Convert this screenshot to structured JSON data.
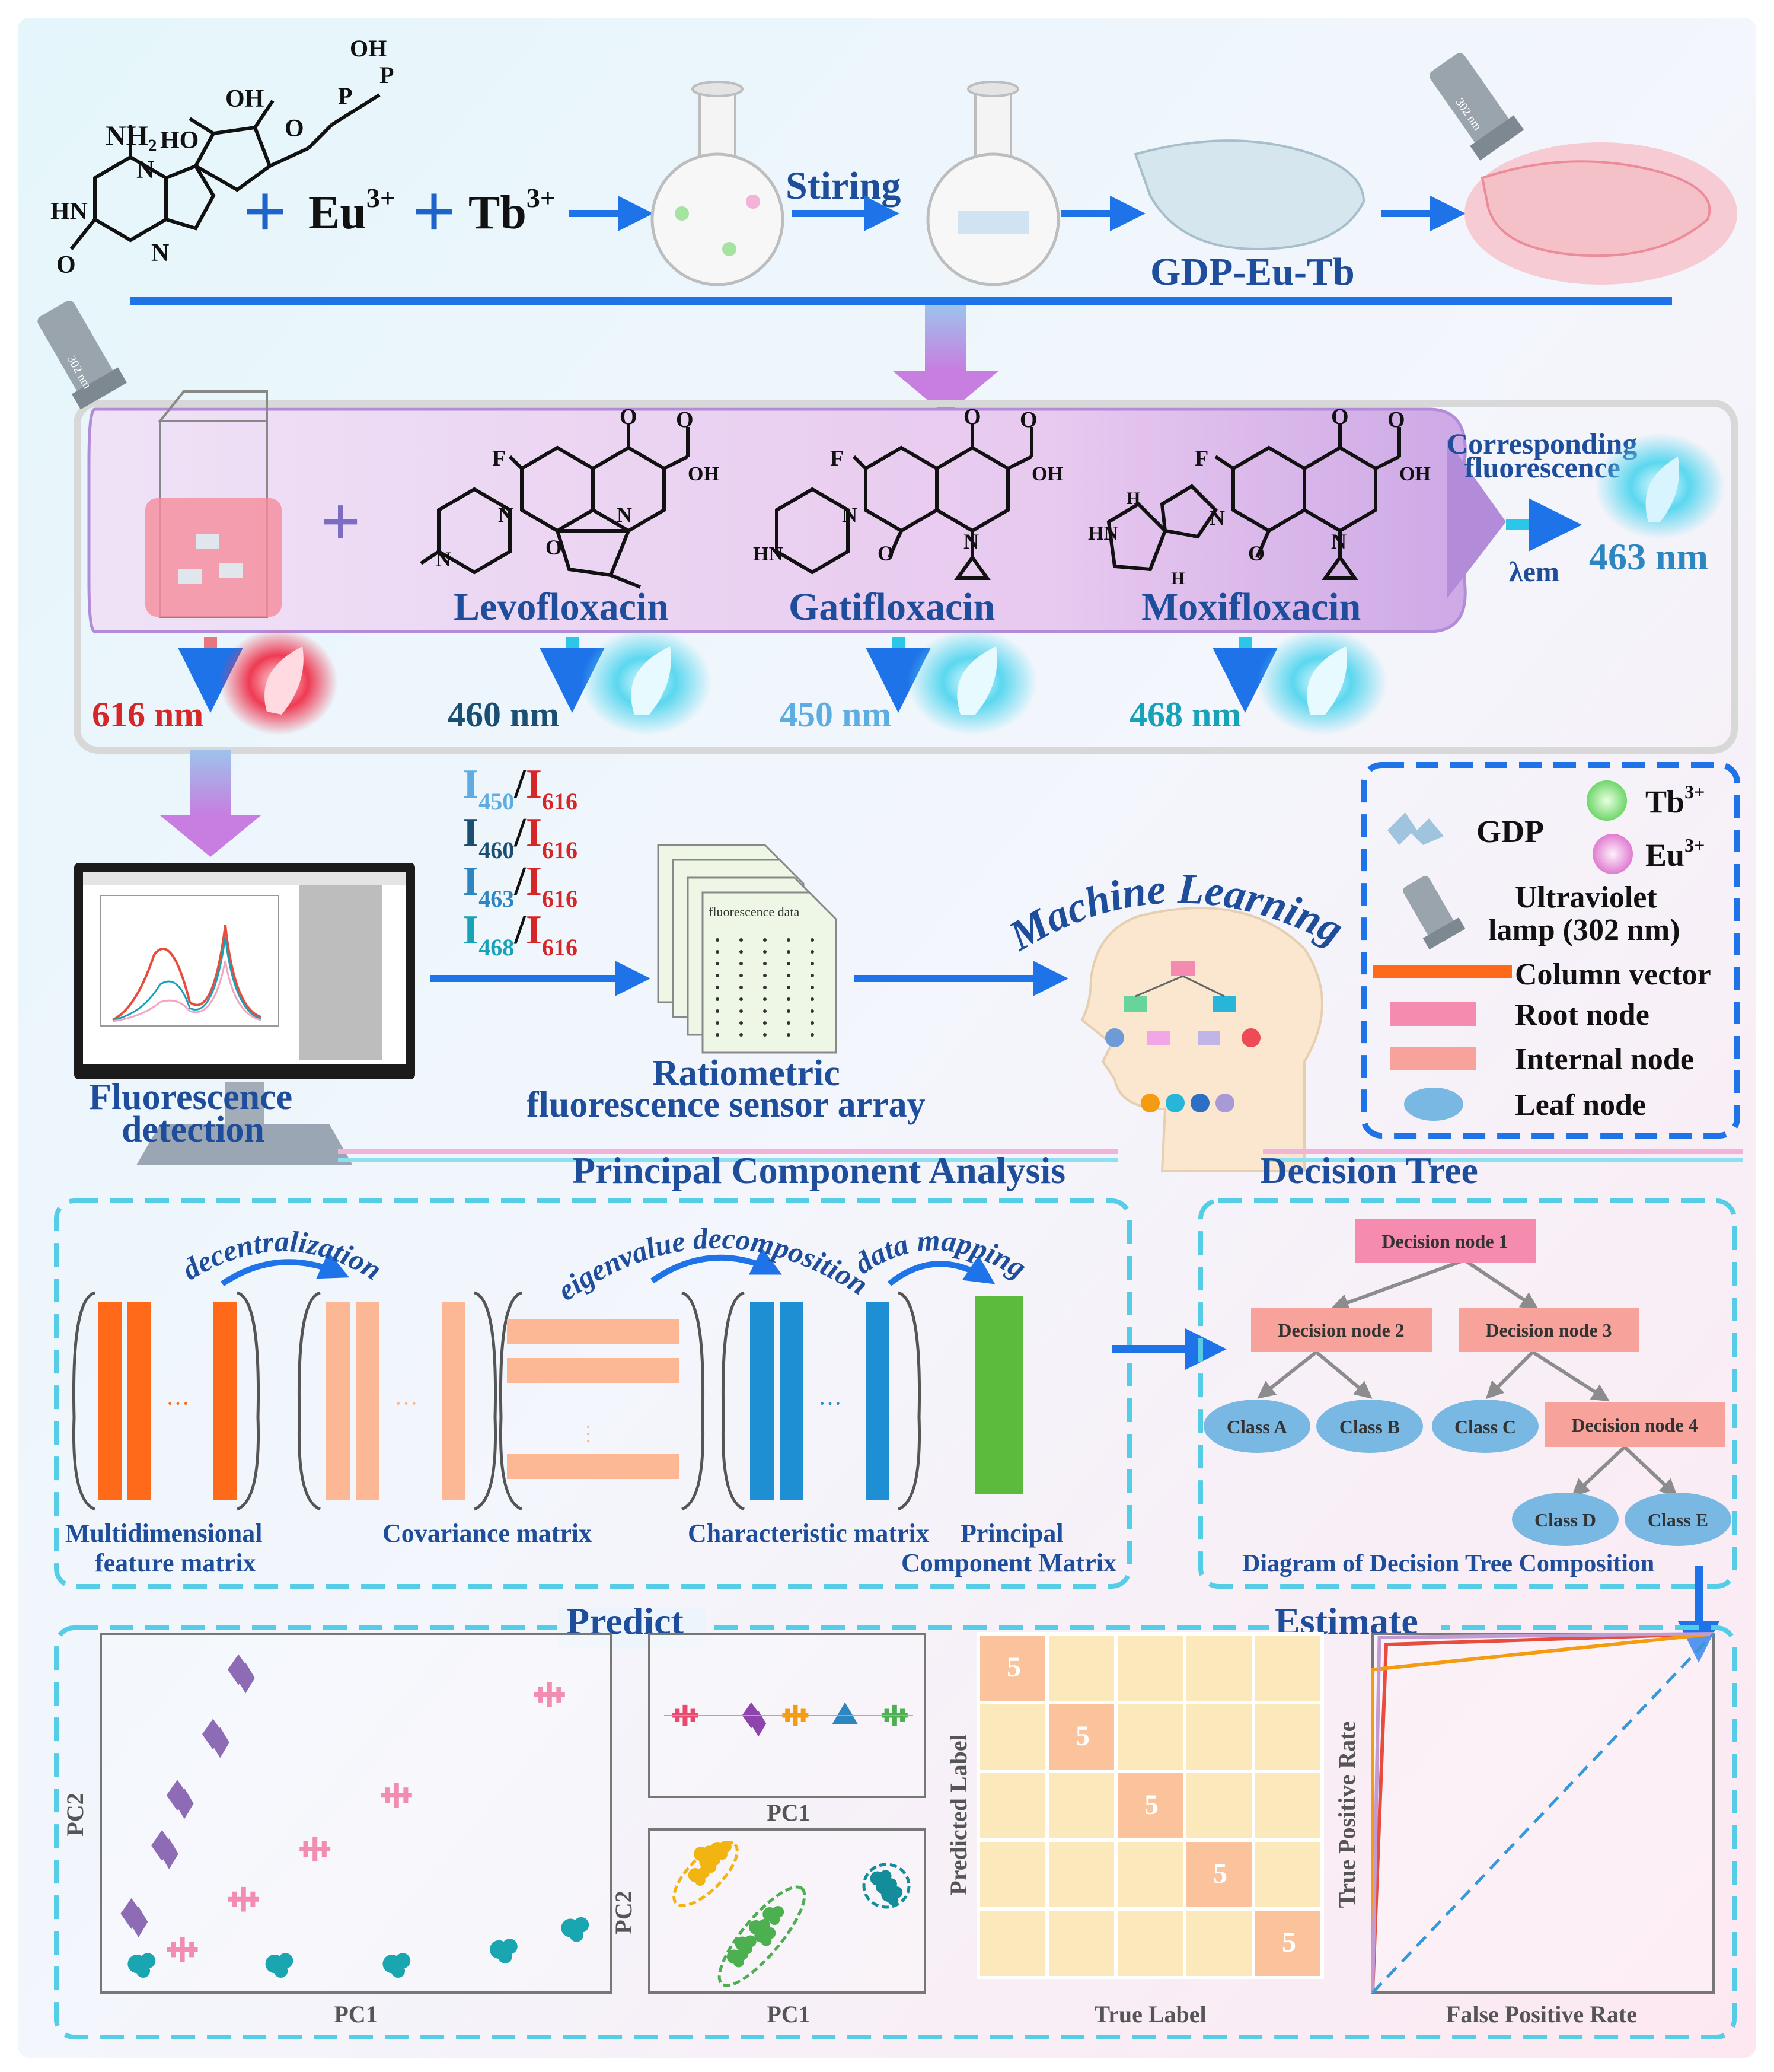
{
  "synthesis": {
    "plus_sign": "+",
    "eu_ion": "Eu",
    "tb_ion": "Tb",
    "charge": "3+",
    "stirring_label": "Stiring",
    "product_label": "GDP-Eu-Tb",
    "lamp_text": "302 nm"
  },
  "detection": {
    "plus_sign": "+",
    "antibiotics": [
      {
        "name": "Levofloxacin",
        "emission": "460 nm",
        "color": "#1b4f72"
      },
      {
        "name": "Gatifloxacin",
        "emission": "450 nm",
        "color": "#5dade2"
      },
      {
        "name": "Moxifloxacin",
        "emission": "468 nm",
        "color": "#17a2b8"
      }
    ],
    "probe_emission": "616 nm",
    "probe_color": "#d62728",
    "corresponding_line1": "Corresponding",
    "corresponding_line2": "fluorescence",
    "lambda_em": "λem",
    "corresponding_emission": "463 nm",
    "atom_labels": [
      "F",
      "O",
      "O",
      "OH",
      "N",
      "N"
    ]
  },
  "ratios": [
    {
      "num": "I",
      "num_sub": "450",
      "sep": "/",
      "den": "I",
      "den_sub": "616",
      "num_color": "#5dade2"
    },
    {
      "num": "I",
      "num_sub": "460",
      "sep": "/",
      "den": "I",
      "den_sub": "616",
      "num_color": "#1b4f72"
    },
    {
      "num": "I",
      "num_sub": "463",
      "sep": "/",
      "den": "I",
      "den_sub": "616",
      "num_color": "#2e86c1"
    },
    {
      "num": "I",
      "num_sub": "468",
      "sep": "/",
      "den": "I",
      "den_sub": "616",
      "num_color": "#17a2b8"
    }
  ],
  "sensor_array": {
    "sheet_label": "fluorescence data",
    "title_line1": "Ratiometric",
    "title_line2": "fluorescence sensor array"
  },
  "machine_learning_label": "Machine Learning",
  "fluorescence_detection": {
    "line1": "Fluorescence",
    "line2": "detection"
  },
  "legend": {
    "gdp": "GDP",
    "tb": "Tb",
    "eu": "Eu",
    "charge": "3+",
    "lamp_line1": "Ultraviolet",
    "lamp_line2": "lamp (302 nm)",
    "column_vector": "Column vector",
    "root_node": "Root node",
    "internal_node": "Internal node",
    "leaf_node": "Leaf node"
  },
  "pca": {
    "title": "Principal Component Analysis",
    "decentralization": "decentralization",
    "eigen": "eigenvalue decomposition",
    "mapping": "data mapping",
    "ellipsis": "···",
    "label_multi_1": "Multidimensional",
    "label_multi_2": "feature matrix",
    "label_cov": "Covariance matrix",
    "label_char": "Characteristic matrix",
    "label_pc_1": "Principal",
    "label_pc_2": "Component Matrix"
  },
  "tree": {
    "title": "Decision Tree",
    "nodes": [
      "Decision node 1",
      "Decision node 2",
      "Decision node 3",
      "Decision node 4"
    ],
    "leaves": [
      "Class A",
      "Class B",
      "Class C",
      "Class D",
      "Class E"
    ],
    "caption": "Diagram of Decision Tree Composition"
  },
  "predict": {
    "title": "Predict",
    "pc1": "PC1",
    "pc2": "PC2"
  },
  "estimate": {
    "title": "Estimate",
    "confusion_value": "5",
    "true_label": "True Label",
    "predicted_label": "Predicted Label",
    "tpr": "True Positive Rate",
    "fpr": "False Positive Rate"
  },
  "chart_data": [
    {
      "type": "scatter",
      "xlabel": "PC1",
      "ylabel": "PC2",
      "series": [
        {
          "color": "#8e6bb5",
          "marker": "diamond",
          "points": [
            [
              0.27,
              0.9
            ],
            [
              0.22,
              0.72
            ],
            [
              0.15,
              0.55
            ],
            [
              0.12,
              0.41
            ],
            [
              0.06,
              0.22
            ]
          ]
        },
        {
          "color": "#f28cb1",
          "marker": "cross",
          "points": [
            [
              0.88,
              0.83
            ],
            [
              0.58,
              0.55
            ],
            [
              0.42,
              0.4
            ],
            [
              0.28,
              0.26
            ],
            [
              0.16,
              0.12
            ]
          ]
        },
        {
          "color": "#1aa6b0",
          "marker": "blob",
          "points": [
            [
              0.93,
              0.18
            ],
            [
              0.79,
              0.12
            ],
            [
              0.58,
              0.08
            ],
            [
              0.35,
              0.08
            ],
            [
              0.08,
              0.08
            ]
          ]
        }
      ]
    },
    {
      "type": "scatter",
      "xlabel": "PC1",
      "series": [
        {
          "color": "#e84a6f",
          "marker": "cross",
          "points": [
            [
              0.13,
              0.5
            ]
          ]
        },
        {
          "color": "#8e44ad",
          "marker": "diamond",
          "points": [
            [
              0.37,
              0.5
            ]
          ]
        },
        {
          "color": "#f39c12",
          "marker": "cross",
          "points": [
            [
              0.53,
              0.5
            ]
          ]
        },
        {
          "color": "#2e86c1",
          "marker": "triangle",
          "points": [
            [
              0.71,
              0.5
            ]
          ]
        },
        {
          "color": "#4caf50",
          "marker": "cross",
          "points": [
            [
              0.89,
              0.5
            ]
          ]
        }
      ]
    },
    {
      "type": "scatter",
      "xlabel": "PC1",
      "ylabel": "PC2",
      "series": [
        {
          "color": "#f1b410",
          "marker": "blob",
          "points": [
            [
              0.22,
              0.8
            ],
            [
              0.18,
              0.72
            ],
            [
              0.26,
              0.88
            ],
            [
              0.2,
              0.85
            ]
          ]
        },
        {
          "color": "#4caf50",
          "marker": "blob",
          "points": [
            [
              0.35,
              0.3
            ],
            [
              0.4,
              0.4
            ],
            [
              0.45,
              0.48
            ],
            [
              0.32,
              0.22
            ],
            [
              0.42,
              0.35
            ]
          ]
        },
        {
          "color": "#138d99",
          "marker": "blob",
          "points": [
            [
              0.86,
              0.65
            ],
            [
              0.84,
              0.7
            ],
            [
              0.88,
              0.6
            ]
          ]
        }
      ]
    },
    {
      "type": "heatmap",
      "xlabel": "True Label",
      "ylabel": "Predicted Label",
      "matrix": [
        [
          5,
          0,
          0,
          0,
          0
        ],
        [
          0,
          5,
          0,
          0,
          0
        ],
        [
          0,
          0,
          5,
          0,
          0
        ],
        [
          0,
          0,
          0,
          5,
          0
        ],
        [
          0,
          0,
          0,
          0,
          5
        ]
      ]
    },
    {
      "type": "line",
      "xlabel": "False Positive Rate",
      "ylabel": "True Positive Rate",
      "xlim": [
        0,
        1
      ],
      "ylim": [
        0,
        1
      ],
      "series": [
        {
          "color": "#e74c3c",
          "x": [
            0,
            0.04,
            1
          ],
          "y": [
            0,
            0.97,
            1
          ]
        },
        {
          "color": "#f39c12",
          "x": [
            0,
            0.0,
            1
          ],
          "y": [
            0,
            0.9,
            1
          ]
        },
        {
          "color": "#c39bd3",
          "x": [
            0,
            0.02,
            1
          ],
          "y": [
            0,
            0.99,
            1
          ]
        },
        {
          "color": "#3498db",
          "x": [
            0,
            1
          ],
          "y": [
            0,
            1
          ],
          "dashed": true
        }
      ]
    }
  ]
}
